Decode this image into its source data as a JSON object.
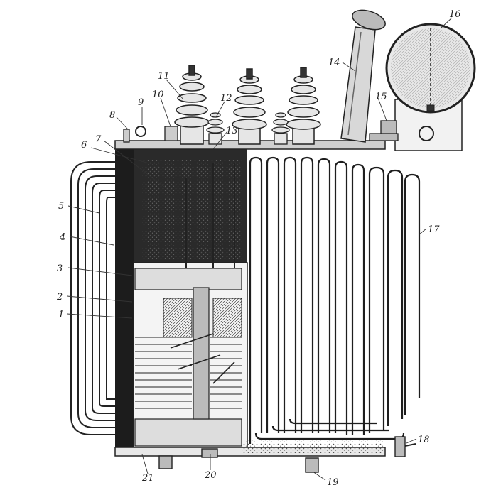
{
  "labels": [
    "1",
    "2",
    "3",
    "4",
    "5",
    "6",
    "7",
    "8",
    "9",
    "10",
    "11",
    "12",
    "13",
    "14",
    "15",
    "16",
    "17",
    "18",
    "19",
    "20",
    "21"
  ],
  "colors": {
    "ink": "#1e1e1e",
    "paper": "#ffffff",
    "shade": "#3a3a3a",
    "stipple": "#d9d9d9"
  }
}
